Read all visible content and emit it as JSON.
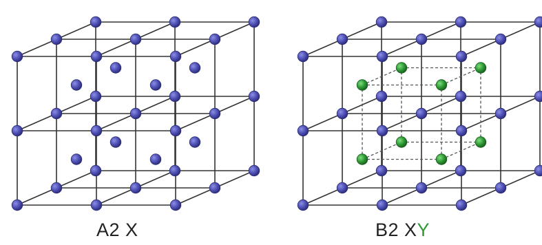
{
  "lattices": [
    {
      "id": "a2",
      "caption": {
        "prefix": "A2 X",
        "suffix": ""
      },
      "center_atoms": true,
      "center_style": "plain"
    },
    {
      "id": "b2",
      "caption": {
        "prefix": "B2 X",
        "suffix": "Y"
      },
      "center_atoms": true,
      "center_style": "dashed-sublattice"
    }
  ],
  "colors": {
    "edge": "#333333",
    "x_atom": "#4d4fb3",
    "y_atom": "#2d9a34",
    "dashed": "#555555",
    "caption": "#222222"
  }
}
